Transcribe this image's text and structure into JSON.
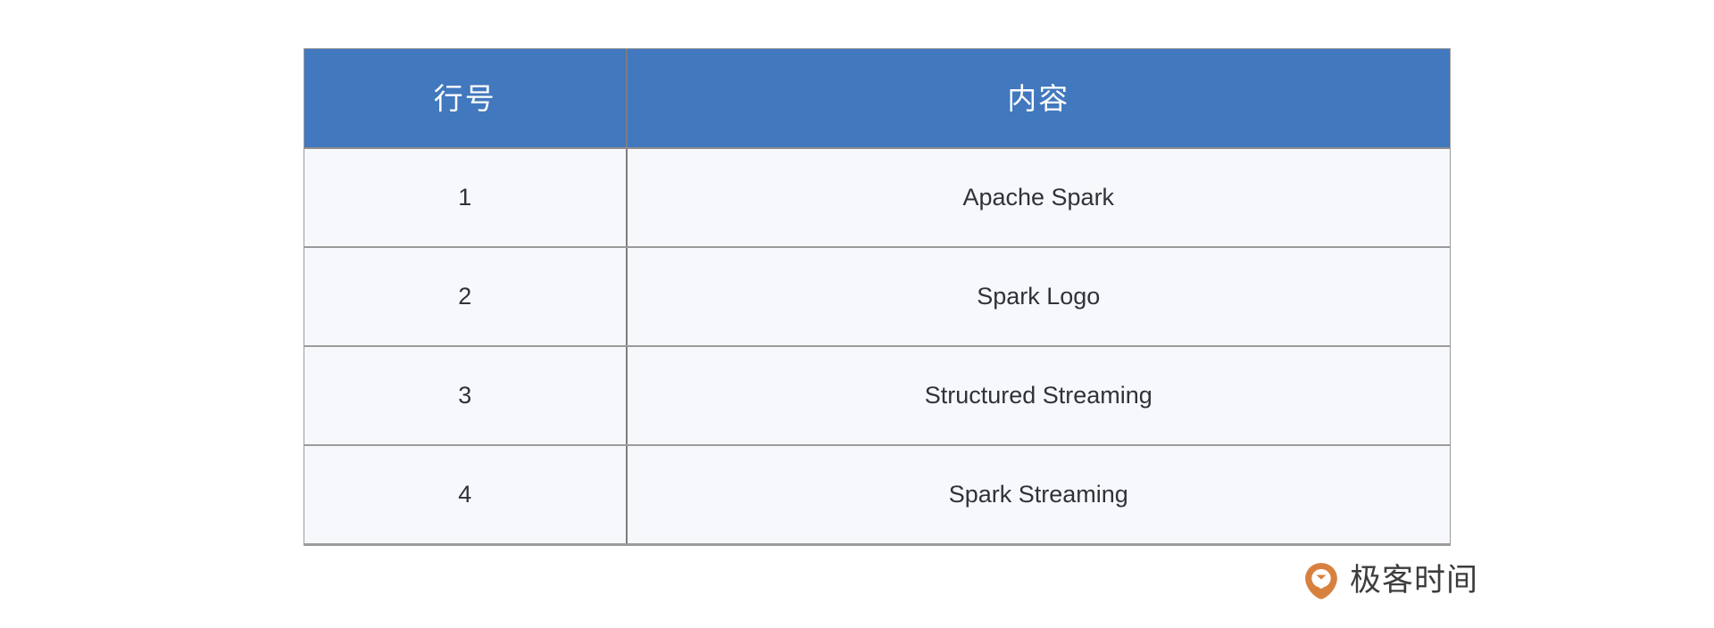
{
  "table": {
    "columns": [
      {
        "key": "index",
        "label": "行号"
      },
      {
        "key": "content",
        "label": "内容"
      }
    ],
    "rows": [
      {
        "index": "1",
        "content": "Apache Spark"
      },
      {
        "index": "2",
        "content": "Spark Logo"
      },
      {
        "index": "3",
        "content": "Structured Streaming"
      },
      {
        "index": "4",
        "content": "Spark Streaming"
      }
    ],
    "colors": {
      "header_background": "#4178be",
      "header_text": "#ffffff",
      "row_background": "#f7f8fb",
      "row_text": "#2f3338",
      "border": "#9b9b9b"
    }
  },
  "brand": {
    "name": "极客时间",
    "icon": "geektime-logo-icon",
    "mark_color": "#d8813f",
    "text_color": "#3d3d3d"
  }
}
